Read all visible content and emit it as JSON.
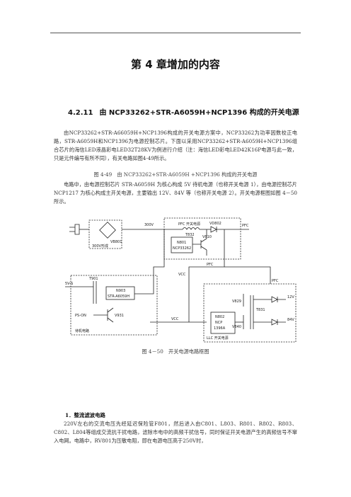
{
  "chapter_title": "第 4 章增加的内容",
  "section": {
    "number": "4.2.11",
    "title": "由 NCP33262+STR-A6059H+NCP1396 构成的开关电源"
  },
  "paragraph1": "由NCP33262+STR-A66059H+NCP1396构成的开关电源方案中，NCP33262为功率因数校正电路，STR-A6059H和NCP1396为电源控制芯片。下面以采用NCP33262+STR-A6059H+NCP1396组合芯片的海信LED液晶彩电LED32T28KV为例进行介绍（注：海信LED彩电LED42K16P电源与此一致，只是元件编号有所不同），有关电路如图4-49所示。",
  "caption1": "图 4-49　由 NCP33262+STR-A6059H +NCP1396 构成的开关电源",
  "paragraph2": "电路中，由电源控制芯片 STR-A6059H 为核心构成 5V 待机电源（也称开关电源 1），由电源控制芯片 NCP1217 为核心构成主开关电源，主要输出 12V、84V 等（也称开关电源 2）。开关电源框图如图 4－50 所示。",
  "diagram": {
    "v300": "300V",
    "pfc_block": "PFC 开关电源",
    "t832": "T832",
    "vd802": "VD802",
    "n801": "N801",
    "ncp33262": "NCP33262",
    "v810": "V810",
    "vb801": "VB801",
    "v300_form": "300V形成",
    "pfc": "PFC",
    "vcc": "VCC",
    "sv5": "5V-S",
    "t901": "T901",
    "n903": "N903",
    "str_a6059h": "STR-A6059H",
    "ps_on": "PS-ON",
    "v931": "V931",
    "standby": "待机电路",
    "n802": "N802",
    "ncp": "NCP",
    "ncp1396a": "1396A",
    "v829": "V829",
    "v840": "V840",
    "t831": "T831",
    "v12": "12V",
    "v84": "84V",
    "llc": "LLC 开关电源"
  },
  "caption2": "图 4－50　开关电源电路框图",
  "subsection": "1．整流滤波电路",
  "paragraph3": "220V左右的交流电压先经延迟保险管F801，然后进入由C801、L803、R801、R802、R803、C802、L804等组成交流抗干扰电路，滤除市电中的高频干扰信号，同时保证开关电源产生的高频信号不窜入电网。电路中，RV801为压敏电阻，即在电源电压高于250V时，"
}
